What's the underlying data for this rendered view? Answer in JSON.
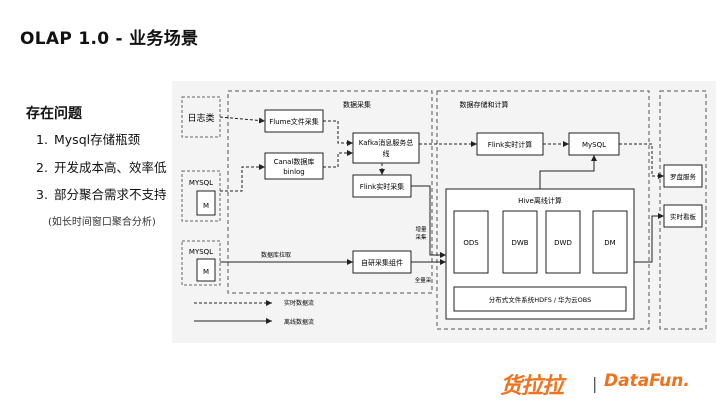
{
  "page_title": "OLAP 1.0 - 业务场景",
  "issues": {
    "heading": "存在问题",
    "items": [
      {
        "num": "1.",
        "text": "Mysql存储瓶颈"
      },
      {
        "num": "2.",
        "text": "开发成本高、效率低"
      },
      {
        "num": "3.",
        "text": "部分聚合需求不支持"
      }
    ],
    "note": "(如长时间窗口聚合分析)"
  },
  "diagram": {
    "log_source": "日志类",
    "mysql1": "MYSQL",
    "mysql1_m": "M",
    "mysql2": "MYSQL",
    "mysql2_m": "M",
    "collection_title": "数据采集",
    "flume": "Flume文件采集",
    "canal_line1": "Canal数据库",
    "canal_line2": "binlog",
    "kafka_line1": "Kafka消息服务总",
    "kafka_line2": "线",
    "flink_collect": "Flink实时采集",
    "custom_collect": "自研采集组件",
    "db_pull": "数据库拉取",
    "incr_line1": "增量",
    "incr_line2": "采集",
    "full_collect": "全量采",
    "storage_title": "数据存储和计算",
    "flink_compute": "Flink实时计算",
    "mysql_target": "MySQL",
    "hive_title": "Hive离线计算",
    "layers": [
      "ODS",
      "DWB",
      "DWD",
      "DM"
    ],
    "hdfs": "分布式文件系统HDFS / 华为云OBS",
    "app1": "罗盘服务",
    "app2": "实时看板",
    "legend_realtime": "实时数据流",
    "legend_offline": "离线数据流"
  },
  "footer": {
    "brand1": "货拉拉",
    "separator": "|",
    "brand2": "DataFun."
  },
  "colors": {
    "diagram_bg": "#f4f4f4",
    "brand": "#f0721c"
  }
}
